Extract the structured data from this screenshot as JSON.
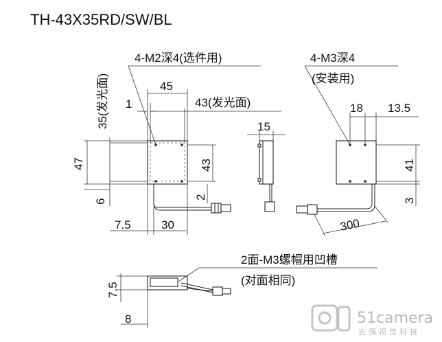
{
  "title": "TH-43X35RD/SW/BL",
  "front_view": {
    "hole_note": "4-M2深4(选件用)",
    "dim_width_45": "45",
    "dim_offset_1": "1",
    "dim_emit_width": "43(发光面)",
    "dim_emit_height": "35(发光面)",
    "dim_height_47": "47",
    "dim_height_43": "43",
    "dim_6": "6",
    "dim_2": "2",
    "dim_7_5": "7.5",
    "dim_30": "30"
  },
  "side_view": {
    "dim_15": "15"
  },
  "back_view": {
    "hole_note": "4-M3深4",
    "hole_note_sub": "(安装用)",
    "dim_18": "18",
    "dim_13_5": "13.5",
    "dim_41": "41",
    "dim_3": "3",
    "dim_cable": "300"
  },
  "bottom_view": {
    "groove_note": "2面-M3螺帽用凹槽",
    "groove_note_sub": "(对面相同)",
    "dim_7_5": "7.5",
    "dim_8": "8"
  },
  "watermark": {
    "brand": "51camera",
    "tagline": "志强视觉科技"
  }
}
